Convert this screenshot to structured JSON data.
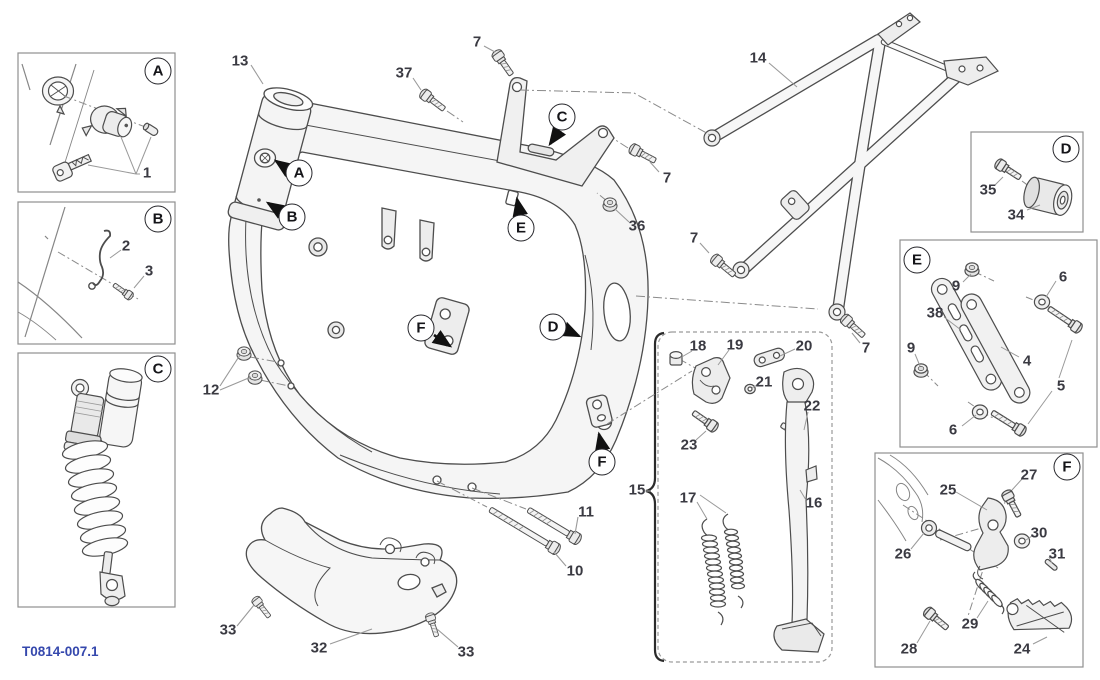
{
  "doc": {
    "code": "T0814-007.1",
    "accent_color": "#3548ad",
    "label_color": "#3a3a42",
    "line_color": "#4d4d4d"
  },
  "boxes": {
    "a": "A",
    "b": "B",
    "c": "C",
    "d": "D",
    "e": "E",
    "f": "F"
  },
  "callouts": {
    "a": "A",
    "b": "B",
    "c": "C",
    "d": "D",
    "e": "E",
    "f1": "F",
    "f2": "F"
  },
  "labels": {
    "n1": "1",
    "n2": "2",
    "n3": "3",
    "n7_top": "7",
    "n37": "37",
    "n13": "13",
    "n14": "14",
    "n7_right": "7",
    "n36": "36",
    "n7_subleft": "7",
    "n7_subbottom": "7",
    "n12": "12",
    "n11": "11",
    "n10": "10",
    "n33_left": "33",
    "n32": "32",
    "n33_right": "33",
    "n15": "15",
    "n18": "18",
    "n19": "19",
    "n20": "20",
    "n21": "21",
    "n22": "22",
    "n23": "23",
    "n17": "17",
    "n16": "16",
    "n35": "35",
    "n34": "34",
    "n9_top": "9",
    "n6_top": "6",
    "n38": "38",
    "n9_left": "9",
    "n4": "4",
    "n5": "5",
    "n6_bottom": "6",
    "n27": "27",
    "n25": "25",
    "n30": "30",
    "n31": "31",
    "n26": "26",
    "n29": "29",
    "n28": "28",
    "n24": "24"
  }
}
